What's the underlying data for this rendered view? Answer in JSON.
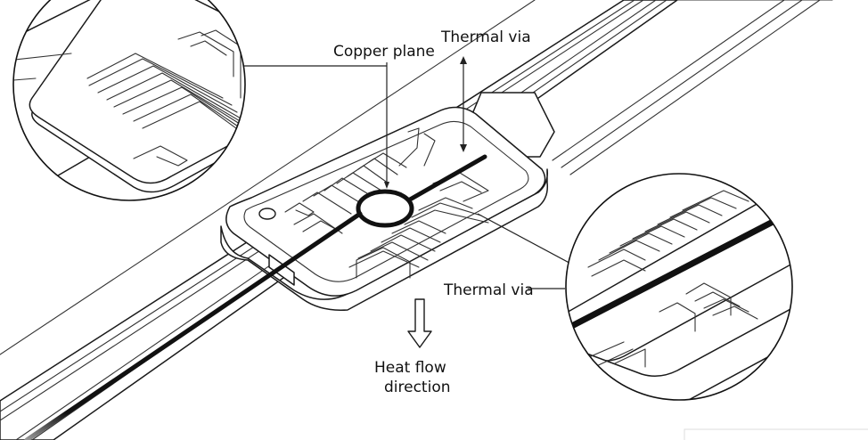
{
  "labels": {
    "copper_plane": "Copper plane",
    "thermal_via_top": "Thermal via",
    "thermal_via_right": "Thermal via",
    "heat_flow_line1": "Heat flow",
    "heat_flow_line2": "direction"
  },
  "colors": {
    "line": "#1a1a1a",
    "trace": "#111111",
    "background": "#ffffff"
  },
  "icons": {
    "heat_flow_arrow": "down-arrow-outline-icon"
  }
}
